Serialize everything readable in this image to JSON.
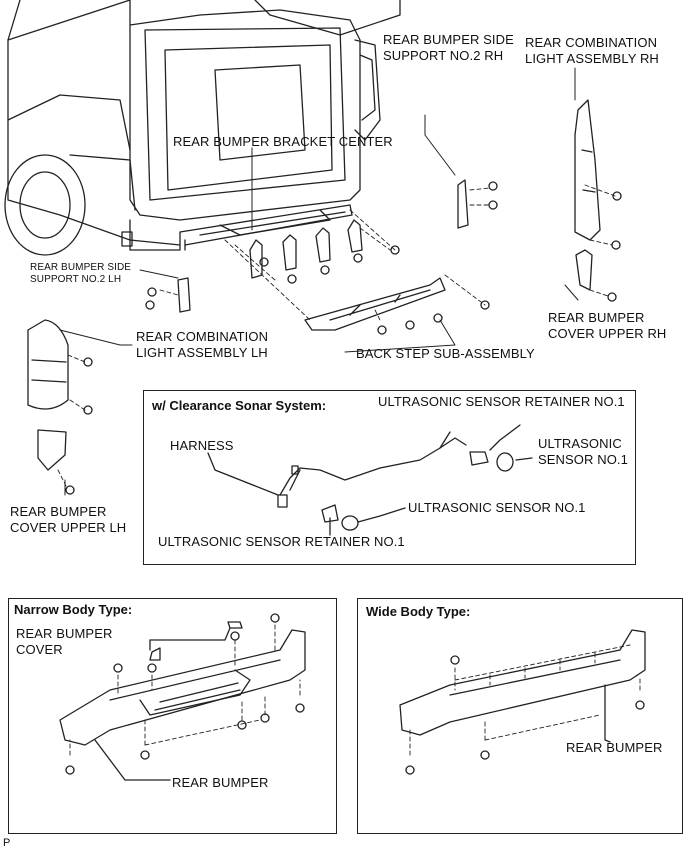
{
  "labels": {
    "rear_bumper_side_support_rh": [
      "REAR BUMPER SIDE",
      "SUPPORT NO.2 RH"
    ],
    "rear_combination_light_rh": [
      "REAR COMBINATION",
      "LIGHT ASSEMBLY RH"
    ],
    "rear_bumper_bracket_center": "REAR BUMPER BRACKET CENTER",
    "rear_bumper_side_support_lh": [
      "REAR BUMPER SIDE",
      "SUPPORT NO.2 LH"
    ],
    "rear_combination_light_lh": [
      "REAR COMBINATION",
      "LIGHT ASSEMBLY LH"
    ],
    "back_step_sub_assembly": "BACK STEP SUB-ASSEMBLY",
    "rear_bumper_cover_upper_rh": [
      "REAR BUMPER",
      "COVER UPPER RH"
    ],
    "rear_bumper_cover_upper_lh": [
      "REAR BUMPER",
      "COVER UPPER LH"
    ]
  },
  "sonar_box": {
    "title": "w/ Clearance Sonar System:",
    "retainer_top": "ULTRASONIC SENSOR RETAINER NO.1",
    "harness": "HARNESS",
    "sensor_right": [
      "ULTRASONIC",
      "SENSOR NO.1"
    ],
    "sensor_middle": "ULTRASONIC SENSOR NO.1",
    "retainer_bottom": "ULTRASONIC SENSOR RETAINER NO.1"
  },
  "narrow_box": {
    "title": "Narrow Body Type:",
    "cover": [
      "REAR BUMPER",
      "COVER"
    ],
    "bumper": "REAR BUMPER"
  },
  "wide_box": {
    "title": "Wide Body Type:",
    "bumper": "REAR BUMPER"
  },
  "figure_code": "P"
}
